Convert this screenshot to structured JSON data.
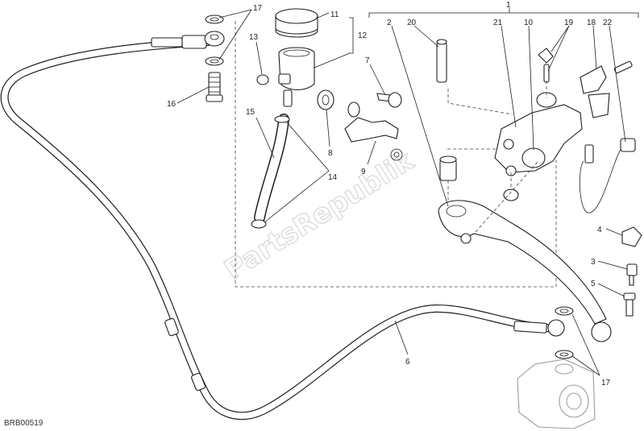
{
  "diagram": {
    "watermark": "PartsRepublik",
    "drawing_code": "BRB00519",
    "callouts": {
      "c1": "1",
      "c2": "2",
      "c3": "3",
      "c4": "4",
      "c5": "5",
      "c6": "6",
      "c7": "7",
      "c8": "8",
      "c9": "9",
      "c10": "10",
      "c11": "11",
      "c12": "12",
      "c13": "13",
      "c14": "14",
      "c15": "15",
      "c16": "16",
      "c17a": "17",
      "c17b": "17",
      "c18": "18",
      "c19": "19",
      "c20": "20",
      "c21": "21",
      "c22": "22"
    }
  }
}
